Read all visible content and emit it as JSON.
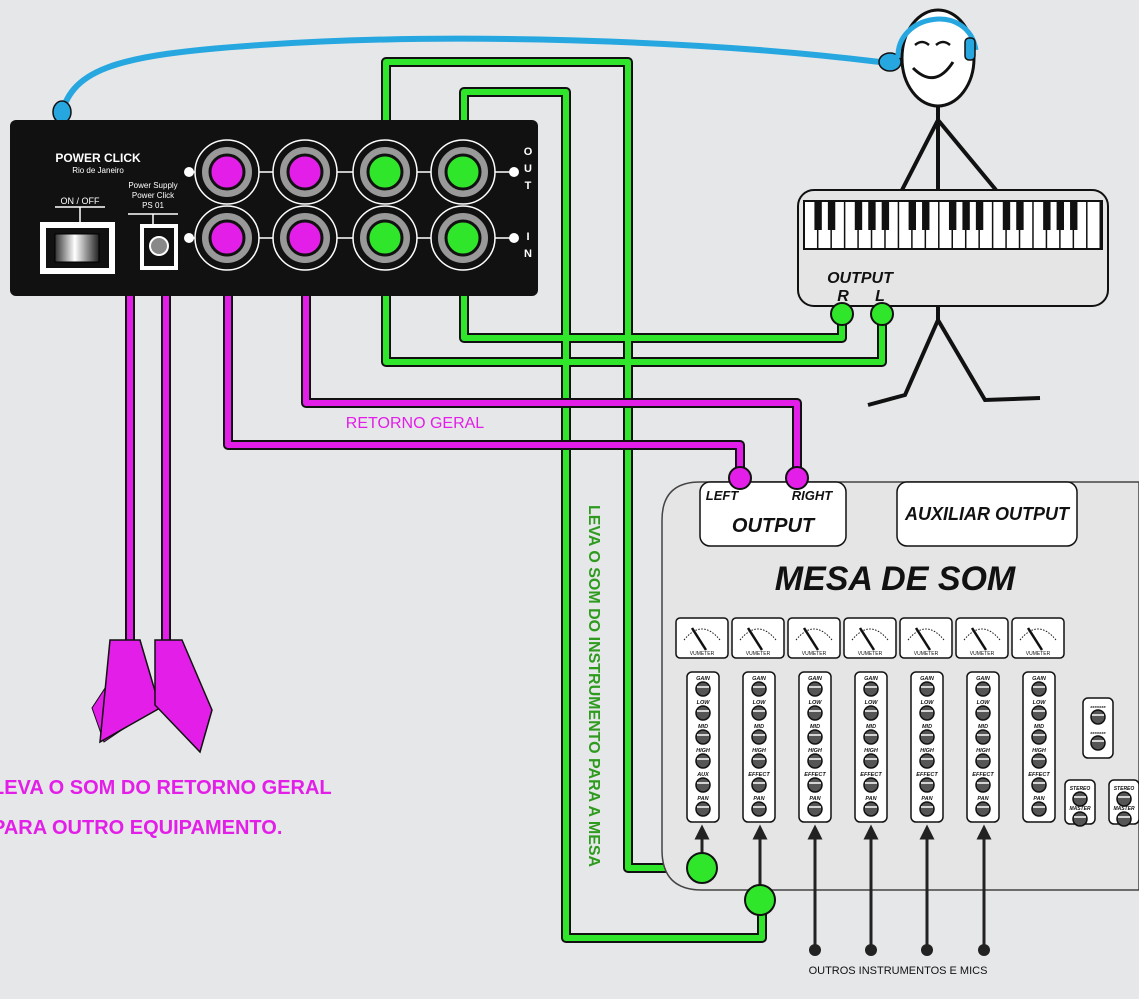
{
  "colors": {
    "background": "#e6e7e9",
    "magenta": "#e21ee8",
    "green": "#2fe62a",
    "green_text": "#2e9b1f",
    "blue_cable": "#27a7e0",
    "device_black": "#111111",
    "mixer_fill": "#e5e5e5"
  },
  "power_click": {
    "brand": "POWER CLICK",
    "location": "Rio de Janeiro",
    "switch_label": "ON / OFF",
    "psu_line1": "Power Supply",
    "psu_line2": "Power Click",
    "psu_line3": "PS 01",
    "out_letters": [
      "O",
      "U",
      "T"
    ],
    "in_letters": [
      "I",
      "N"
    ]
  },
  "keyboard": {
    "output_label": "OUTPUT",
    "right_label": "R",
    "left_label": "L"
  },
  "labels": {
    "retorno_geral": "RETORNO GERAL",
    "leva_mesa": "LEVA O SOM DO INSTRUMENTO PARA A MESA",
    "leva_retorno_line1": "LEVA O SOM DO RETORNO GERAL",
    "leva_retorno_line2": "PARA OUTRO EQUIPAMENTO.",
    "outros": "OUTROS INSTRUMENTOS E MICS"
  },
  "mixer": {
    "title": "MESA DE SOM",
    "output_left": "LEFT",
    "output_right": "RIGHT",
    "output_label": "OUTPUT",
    "aux_output": "AUXILIAR OUTPUT",
    "vumeter_label": "VUMETER",
    "channel_count": 7,
    "channel_knobs": [
      [
        "GAIN",
        "LOW",
        "MID",
        "HIGH",
        "AUX",
        "PAN"
      ],
      [
        "GAIN",
        "LOW",
        "MID",
        "HIGH",
        "EFFECT",
        "PAN"
      ],
      [
        "GAIN",
        "LOW",
        "MID",
        "HIGH",
        "EFFECT",
        "PAN"
      ],
      [
        "GAIN",
        "LOW",
        "MID",
        "HIGH",
        "EFFECT",
        "PAN"
      ],
      [
        "GAIN",
        "LOW",
        "MID",
        "HIGH",
        "EFFECT",
        "PAN"
      ],
      [
        "GAIN",
        "LOW",
        "MID",
        "HIGH",
        "EFFECT",
        "PAN"
      ],
      [
        "GAIN",
        "LOW",
        "MID",
        "HIGH",
        "EFFECT",
        "PAN"
      ]
    ],
    "small_knobs": [
      "xxxxxxx",
      "xxxxxxx"
    ],
    "stereo_strips": [
      [
        "STEREO",
        "MASTER"
      ],
      [
        "STEREO",
        "MASTER"
      ]
    ]
  }
}
